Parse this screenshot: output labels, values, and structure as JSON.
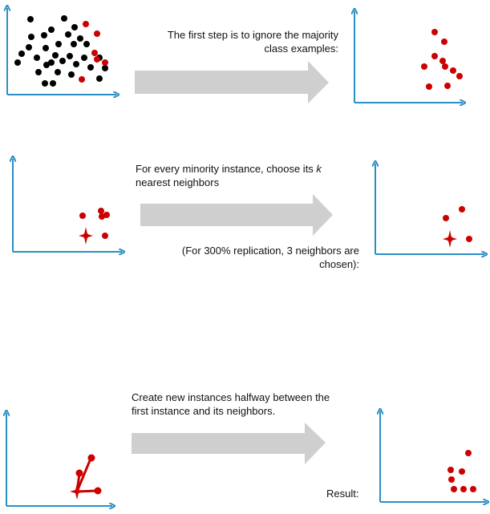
{
  "colors": {
    "axis": "#2a8fc4",
    "minority": "#cc0000",
    "majority": "#000000",
    "arrow": "#cfcfcf"
  },
  "step1": {
    "text_line1": "The first step is to ignore the majority",
    "text_line2": "class examples:"
  },
  "step2": {
    "text_line1_pre": "For every minority instance, choose its ",
    "text_line1_k": "k",
    "text_line2": "nearest neighbors",
    "note_line1": "(For 300% replication, 3 neighbors are",
    "note_line2": "chosen):"
  },
  "step3": {
    "text_line1": "Create new instances halfway between the",
    "text_line2": "first instance and its neighbors.",
    "result_label": "Result:"
  }
}
